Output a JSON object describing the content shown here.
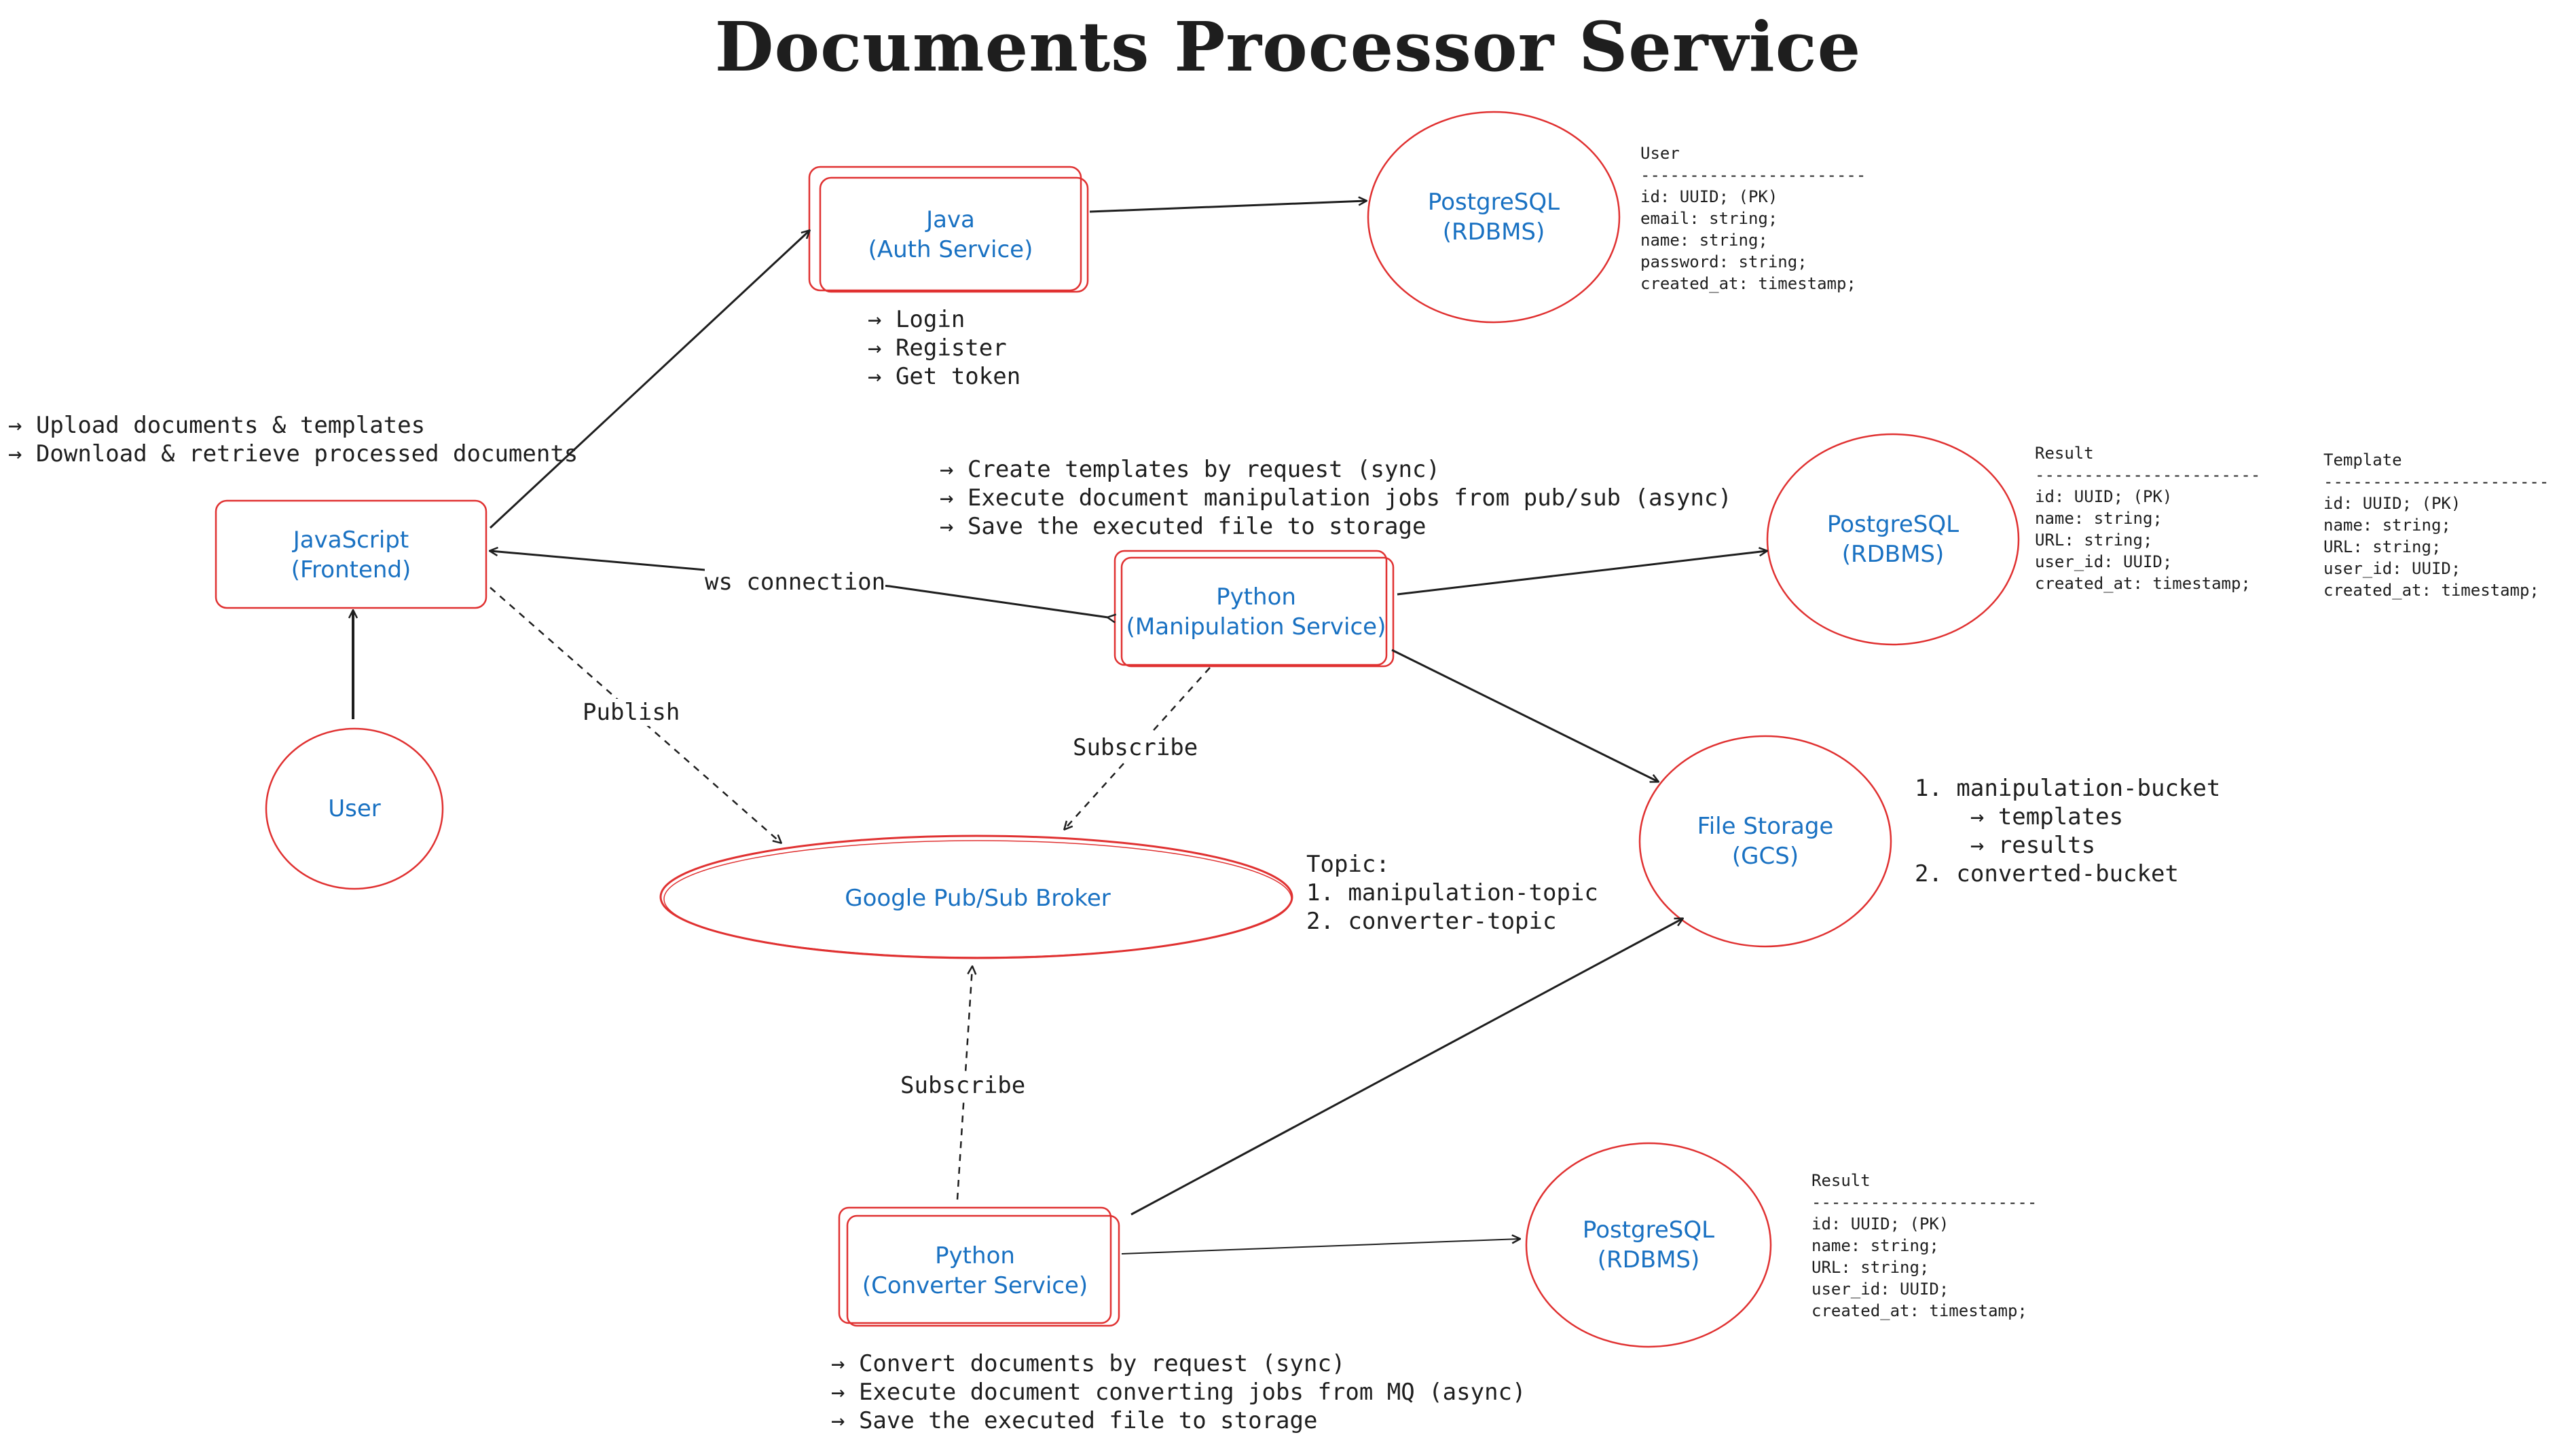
{
  "title": "Documents Processor Service",
  "colors": {
    "shape_stroke": "#e03131",
    "node_text": "#1971c2",
    "line": "#1e1e1e",
    "background": "#ffffff"
  },
  "nodes": {
    "auth_service": "Java\n(Auth Service)",
    "auth_db": "PostgreSQL\n(RDBMS)",
    "frontend": "JavaScript\n(Frontend)",
    "user": "User",
    "manipulation_service": "Python\n(Manipulation Service)",
    "manipulation_db": "PostgreSQL\n(RDBMS)",
    "file_storage": "File Storage\n(GCS)",
    "broker": "Google Pub/Sub Broker",
    "converter_service": "Python\n(Converter Service)",
    "converter_db": "PostgreSQL\n(RDBMS)"
  },
  "notes": {
    "auth_actions": "→ Login\n→ Register\n→ Get token",
    "frontend_actions": "→ Upload documents & templates\n→ Download & retrieve processed documents",
    "manipulation_actions": "→ Create templates by request (sync)\n→ Execute document manipulation jobs from pub/sub (async)\n→ Save the executed file to storage",
    "topics": "Topic:\n1. manipulation-topic\n2. converter-topic",
    "buckets": "1. manipulation-bucket\n    → templates\n    → results\n2. converted-bucket",
    "converter_actions": "→ Convert documents by request (sync)\n→ Execute document converting jobs from MQ (async)\n→ Save the executed file to storage"
  },
  "schemas": {
    "user_table": "User\n-----------------------\nid: UUID; (PK)\nemail: string;\nname: string;\npassword: string;\ncreated_at: timestamp;",
    "result_table": "Result\n-----------------------\nid: UUID; (PK)\nname: string;\nURL: string;\nuser_id: UUID;\ncreated_at: timestamp;",
    "template_table": "Template\n-----------------------\nid: UUID; (PK)\nname: string;\nURL: string;\nuser_id: UUID;\ncreated_at: timestamp;",
    "converter_result_table": "Result\n-----------------------\nid: UUID; (PK)\nname: string;\nURL: string;\nuser_id: UUID;\ncreated_at: timestamp;"
  },
  "edge_labels": {
    "ws_connection": "ws connection",
    "publish": "Publish",
    "subscribe_manipulation": "Subscribe",
    "subscribe_converter": "Subscribe"
  }
}
